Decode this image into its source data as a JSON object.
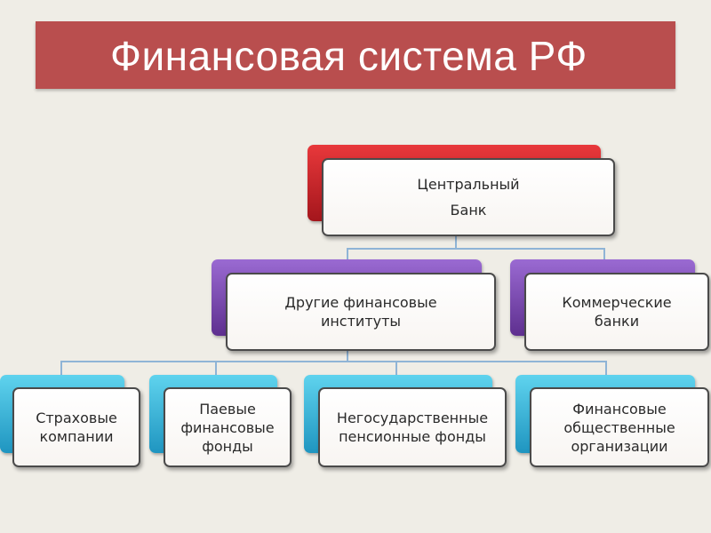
{
  "title": "Финансовая система РФ",
  "nodes": {
    "central_bank": {
      "line1": "Центральный",
      "line2": "Банк"
    },
    "other_institutions": {
      "line1": "Другие финансовые",
      "line2": "институты"
    },
    "commercial_banks": {
      "line1": "Коммерческие",
      "line2": "банки"
    },
    "insurance": {
      "line1": "Страховые",
      "line2": "компании"
    },
    "mutual_funds": {
      "line1": "Паевые",
      "line2": "финансовые",
      "line3": "фонды"
    },
    "pension_funds": {
      "line1": "Негосударственные",
      "line2": "пенсионные фонды"
    },
    "public_orgs": {
      "line1": "Финансовые",
      "line2": "общественные",
      "line3": "организации"
    }
  },
  "colors": {
    "title_bar": "#b94e4e",
    "top_node": "#c8232a",
    "mid_node": "#7a46b0",
    "bottom_node": "#35b7dc",
    "connector": "#8fb4d6"
  }
}
